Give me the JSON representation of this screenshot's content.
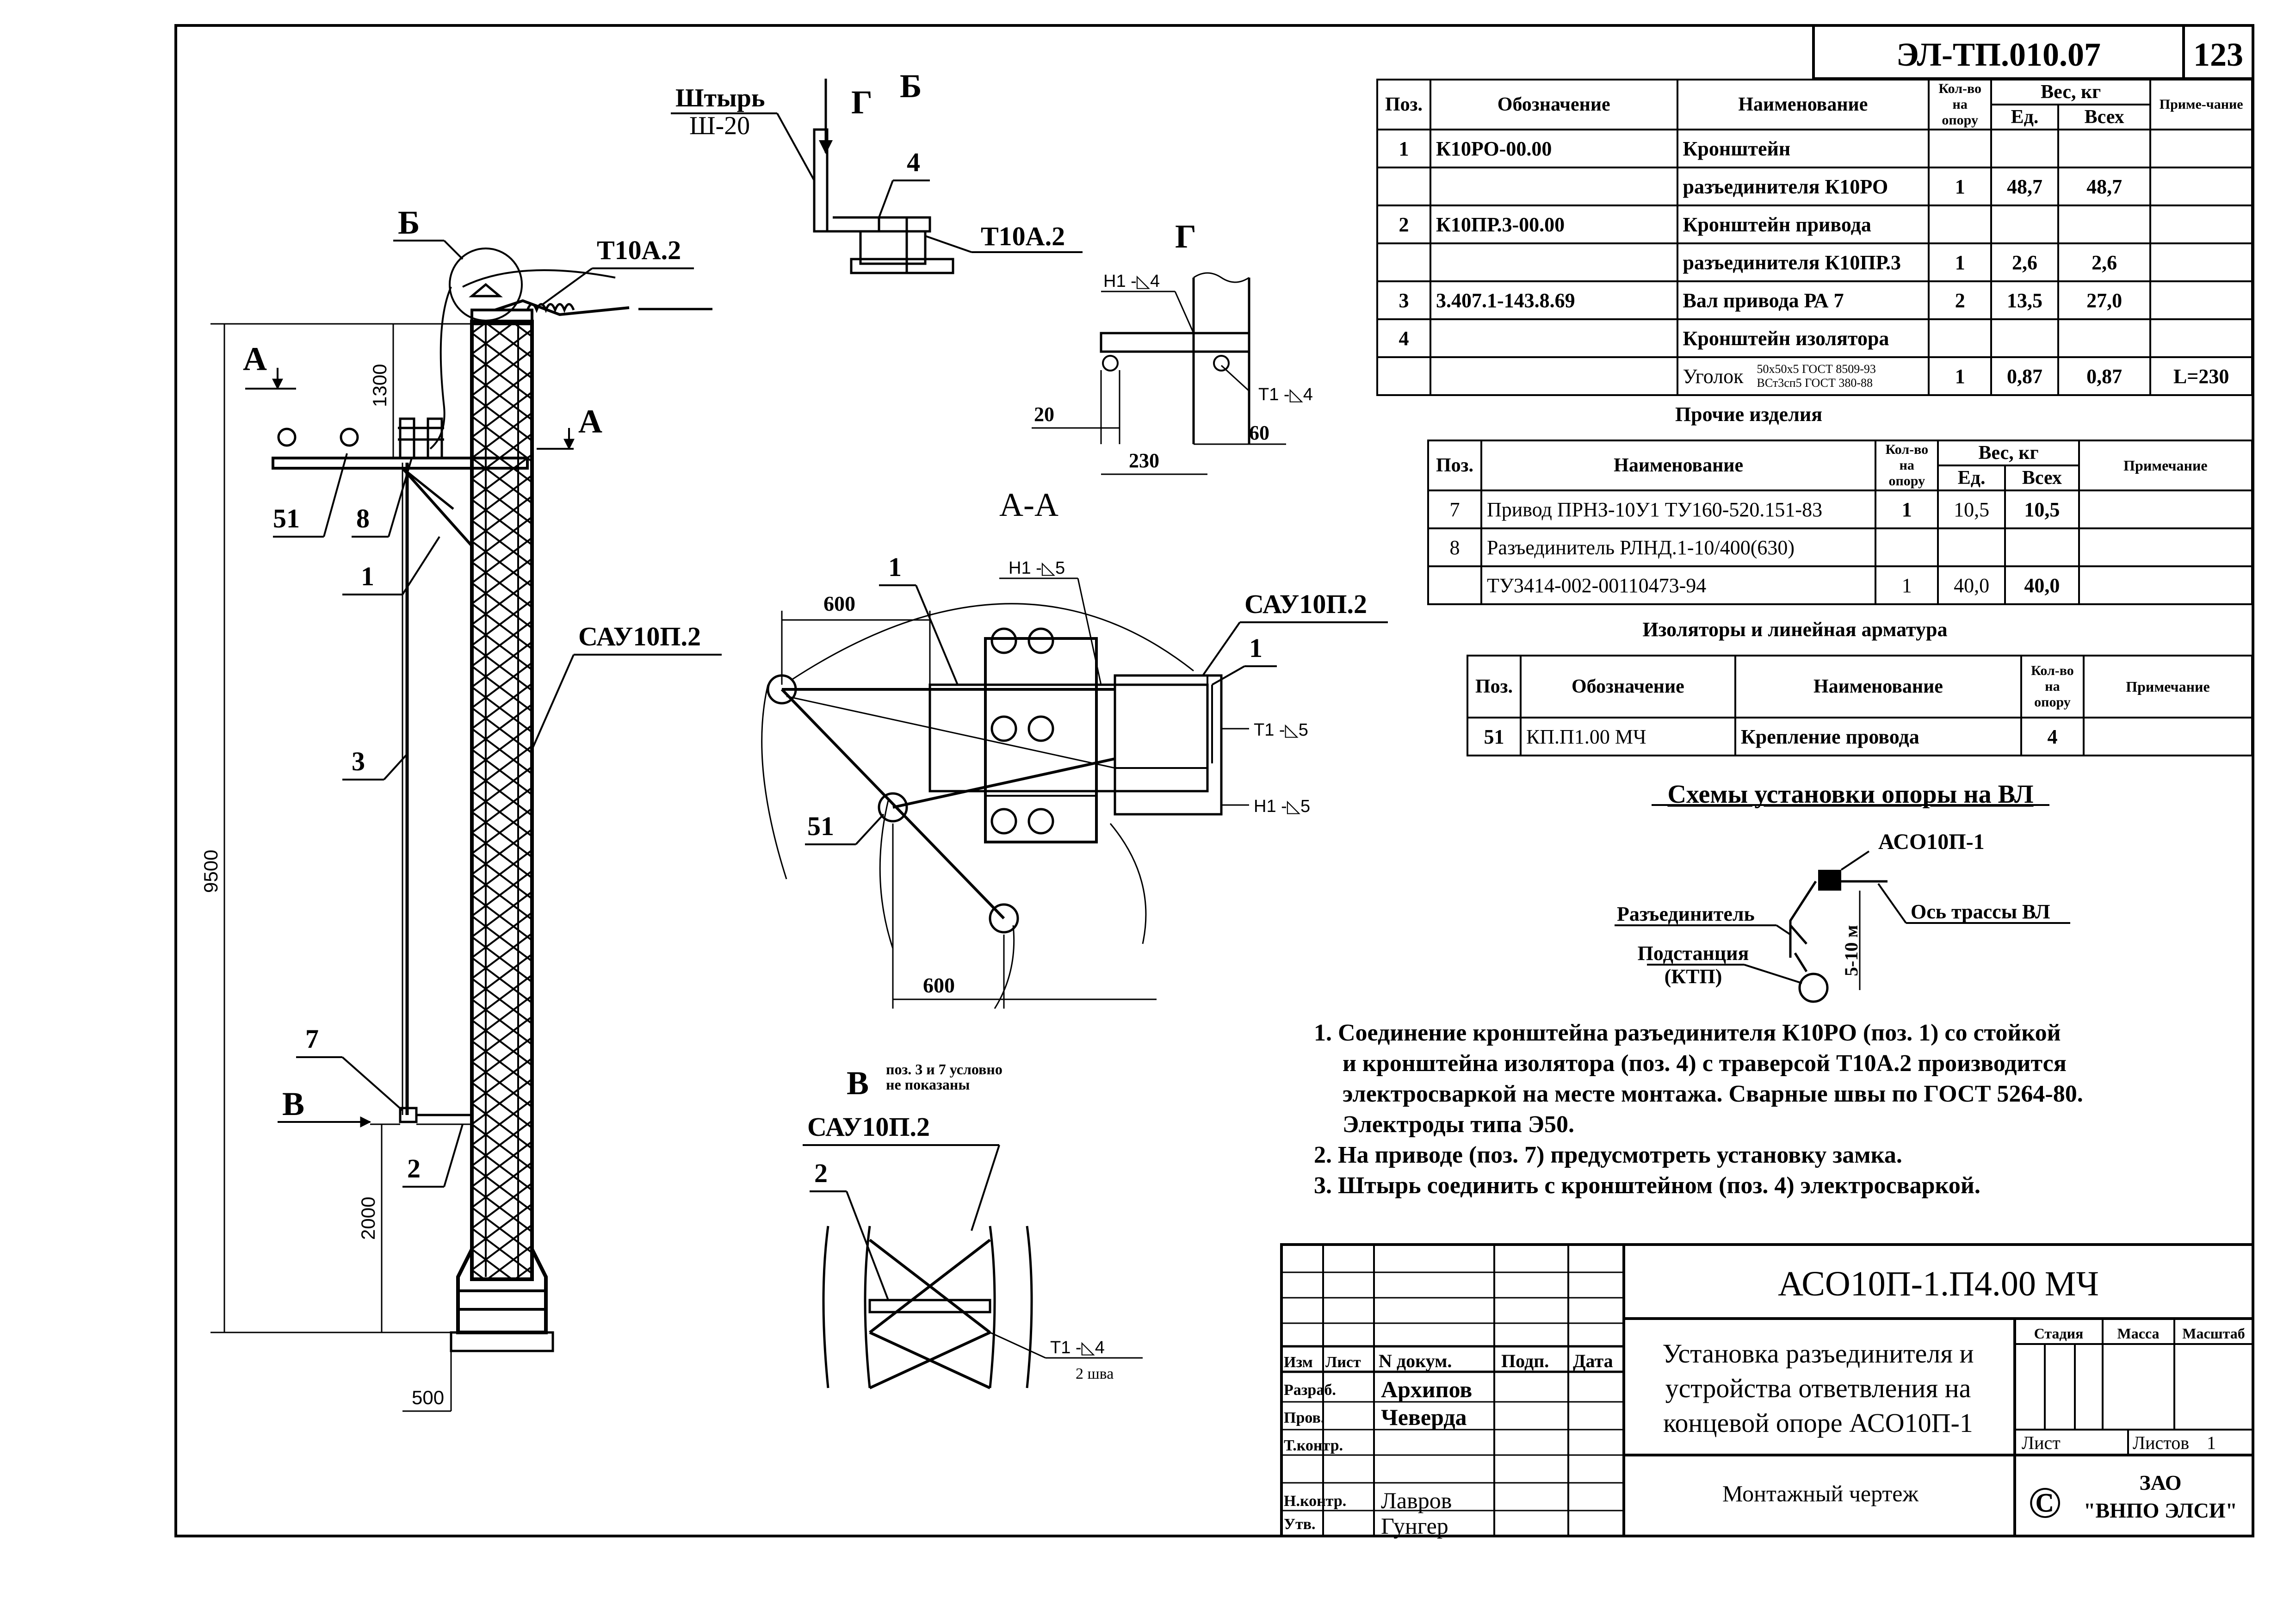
{
  "sheet": {
    "doc_code": "ЭЛ-ТП.010.07",
    "page_number": "123"
  },
  "spec_table": {
    "headers": [
      "Поз.",
      "Обозначение",
      "Наименование",
      "Кол-во на опору",
      "Вес, кг",
      "Ед.",
      "Всех",
      "Приме-чание"
    ],
    "rows": [
      {
        "pos": "1",
        "code": "К10РО-00.00",
        "name": "Кронштейн",
        "qty": "",
        "unit": "",
        "total": "",
        "note": ""
      },
      {
        "pos": "",
        "code": "",
        "name": "разъединителя К10РО",
        "qty": "1",
        "unit": "48,7",
        "total": "48,7",
        "note": ""
      },
      {
        "pos": "2",
        "code": "К10ПР.3-00.00",
        "name": "Кронштейн привода",
        "qty": "",
        "unit": "",
        "total": "",
        "note": ""
      },
      {
        "pos": "",
        "code": "",
        "name": "разъединителя К10ПР.3",
        "qty": "1",
        "unit": "2,6",
        "total": "2,6",
        "note": ""
      },
      {
        "pos": "3",
        "code": "3.407.1-143.8.69",
        "name": "Вал привода РА 7",
        "qty": "2",
        "unit": "13,5",
        "total": "27,0",
        "note": ""
      },
      {
        "pos": "4",
        "code": "",
        "name": "Кронштейн изолятора",
        "qty": "",
        "unit": "",
        "total": "",
        "note": ""
      },
      {
        "pos": "",
        "code": "",
        "name": "Уголок",
        "name_small_1": "50x50x5 ГОСТ 8509-93",
        "name_small_2": "ВСт3сп5 ГОСТ 380-88",
        "qty": "1",
        "unit": "0,87",
        "total": "0,87",
        "note": "L=230"
      }
    ]
  },
  "other_table": {
    "title": "Прочие изделия",
    "headers": [
      "Поз.",
      "Наименование",
      "Кол-во на опору",
      "Вес, кг",
      "Ед.",
      "Всех",
      "Примечание"
    ],
    "rows": [
      {
        "pos": "7",
        "name": "Привод ПРНЗ-10У1 ТУ160-520.151-83",
        "qty": "1",
        "unit": "10,5",
        "total": "10,5",
        "note": ""
      },
      {
        "pos": "8",
        "name": "Разъединитель РЛНД.1-10/400(630)",
        "qty": "",
        "unit": "",
        "total": "",
        "note": ""
      },
      {
        "pos": "",
        "name": "ТУ3414-002-00110473-94",
        "qty": "1",
        "unit": "40,0",
        "total": "40,0",
        "note": ""
      }
    ]
  },
  "insulator_table": {
    "title": "Изоляторы и линейная арматура",
    "headers": [
      "Поз.",
      "Обозначение",
      "Наименование",
      "Кол-во на опору",
      "Примечание"
    ],
    "rows": [
      {
        "pos": "51",
        "code": "КП.П1.00 МЧ",
        "name": "Крепление провода",
        "qty": "4",
        "note": ""
      }
    ]
  },
  "scheme": {
    "title": "Схемы установки опоры на ВЛ",
    "aso_label": "АСО10П-1",
    "disconnector_label": "Разъединитель",
    "axis_label": "Ось трассы ВЛ",
    "substation_label_1": "Подстанция",
    "substation_label_2": "(КТП)",
    "distance_label": "5-10 м"
  },
  "notes": [
    "1. Соединение кронштейна разъединителя К10РО (поз. 1)  со стойкой",
    "и кронштейна изолятора (поз. 4) с траверсой Т10А.2 производится",
    "электросваркой на месте монтажа. Сварные швы по ГОСТ 5264-80.",
    "Электроды типа Э50.",
    "2. На приводе (поз. 7) предусмотреть установку замка.",
    "3. Штырь соединить с кронштейном (поз. 4) электросваркой."
  ],
  "title_block": {
    "designation": "АСО10П-1.П4.00 МЧ",
    "title_1": "Установка разъединителя и",
    "title_2": "устройства ответвления на",
    "title_3": "концевой опоре АСО10П-1",
    "drawing_type": "Монтажный чертеж",
    "col_izm": "Изм",
    "col_list": "Лист",
    "col_ndoc": "N докум.",
    "col_sign": "Подп.",
    "col_date": "Дата",
    "stage_label": "Стадия",
    "mass_label": "Масса",
    "scale_label": "Масштаб",
    "sheet_label": "Лист",
    "sheets_label": "Листов",
    "sheets_value": "1",
    "company_1": "ЗАО",
    "company_2": "\"ВНПО ЭЛСИ\"",
    "copyright": "©",
    "roles": [
      {
        "role": "Разраб.",
        "name": "Архипов"
      },
      {
        "role": "Пров.",
        "name": "Чеверда"
      },
      {
        "role": "Т.контр.",
        "name": ""
      },
      {
        "role": "Н.контр.",
        "name": "Лавров"
      },
      {
        "role": "Утв.",
        "name": "Гунгер"
      }
    ]
  },
  "main_view": {
    "label_b": "Б",
    "label_a_left": "А",
    "label_a_right": "А",
    "label_v": "В",
    "traverse": "Т10А.2",
    "post": "САУ10П.2",
    "pos_51": "51",
    "pos_8": "8",
    "pos_1": "1",
    "pos_3": "3",
    "pos_7": "7",
    "pos_2": "2",
    "dim_1300": "1300",
    "dim_9500": "9500",
    "dim_2000": "2000",
    "dim_500": "500"
  },
  "view_b": {
    "label": "Б",
    "pin_1": "Штырь",
    "pin_2": "Ш-20",
    "g_arrow": "Г",
    "pos_4": "4",
    "traverse": "Т10А.2"
  },
  "view_g": {
    "label": "Г",
    "weld_h1": "Н1 -◺4",
    "weld_t1": "Т1 -◺4",
    "dim_20": "20",
    "dim_60": "60",
    "dim_230": "230"
  },
  "view_aa": {
    "label": "А-А",
    "pos_1_left": "1",
    "pos_1_right": "1",
    "pos_51": "51",
    "post": "САУ10П.2",
    "weld_h1_top": "Н1 -◺5",
    "weld_t1": "Т1 -◺5",
    "weld_h1_bottom": "Н1 -◺5",
    "dim_600_top": "600",
    "dim_600_bottom": "600"
  },
  "view_v": {
    "label": "В",
    "note_1": "поз. 3 и 7 условно",
    "note_2": "не показаны",
    "post": "САУ10П.2",
    "pos_2": "2",
    "weld": "Т1 -◺4",
    "weld_count": "2 шва"
  }
}
